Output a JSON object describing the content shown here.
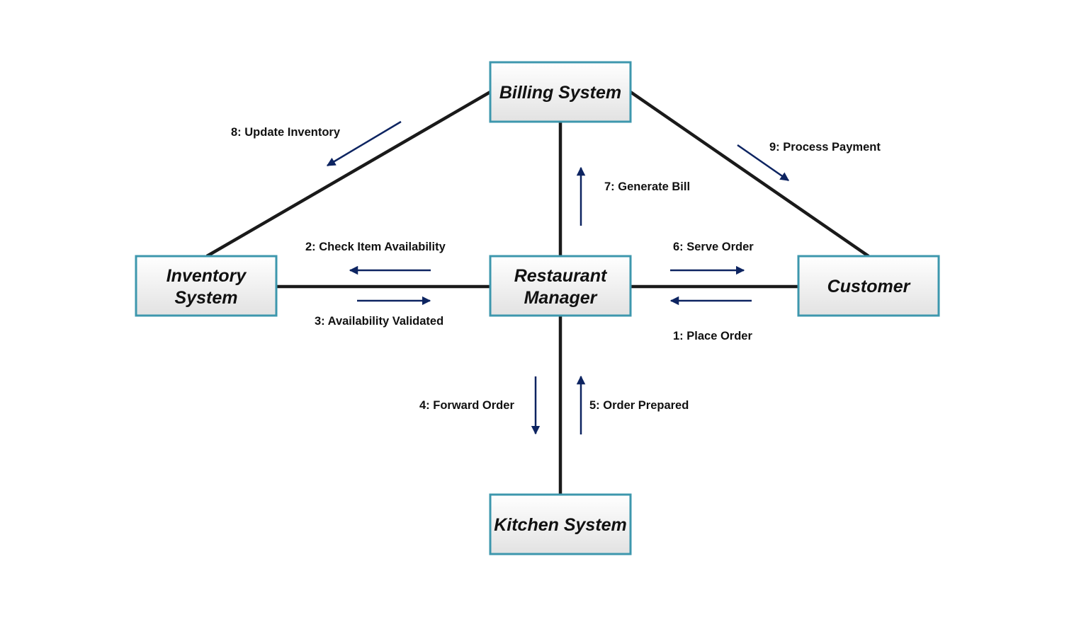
{
  "nodes": {
    "billing": {
      "label": "Billing System"
    },
    "inventory": {
      "line1": "Inventory",
      "line2": "System"
    },
    "manager": {
      "line1": "Restaurant",
      "line2": "Manager"
    },
    "customer": {
      "label": "Customer"
    },
    "kitchen": {
      "label": "Kitchen System"
    }
  },
  "messages": {
    "m1": "1: Place Order",
    "m2": "2: Check Item Availability",
    "m3": "3: Availability Validated",
    "m4": "4: Forward Order",
    "m5": "5: Order Prepared",
    "m6": "6: Serve Order",
    "m7": "7: Generate Bill",
    "m8": "8: Update Inventory",
    "m9": "9: Process Payment"
  },
  "colors": {
    "box_border": "#3d97ad",
    "arrow": "#0d2461",
    "link": "#1a1a1a"
  }
}
